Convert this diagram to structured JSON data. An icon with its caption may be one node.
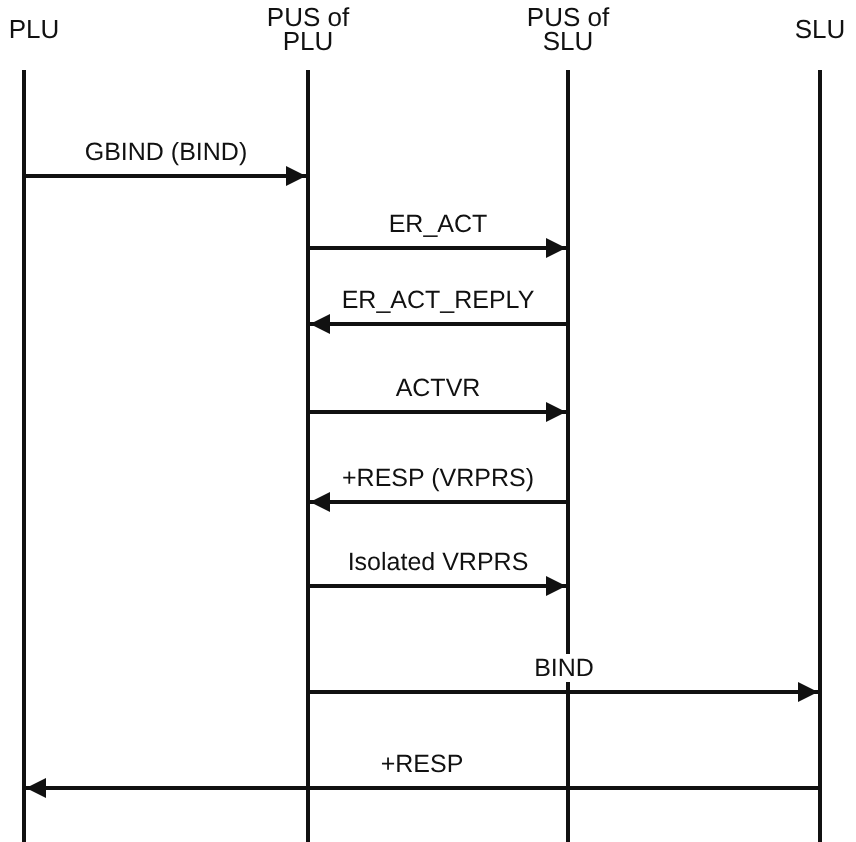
{
  "diagram": {
    "nodes": [
      {
        "text": [
          "PLU"
        ]
      },
      {
        "text": [
          "PUS of PLU"
        ]
      },
      {
        "text": [
          "PUS of SLU"
        ]
      },
      {
        "text": [
          "SLU"
        ]
      }
    ],
    "edges": [
      {
        "from": 0,
        "to": 1,
        "arrow": "to",
        "label": "GBIND (BIND)"
      },
      {
        "from": 1,
        "to": 2,
        "arrow": "to",
        "label": "ER_ACT"
      },
      {
        "from": 2,
        "to": 1,
        "arrow": "to",
        "label": "ER_ACT_REPLY"
      },
      {
        "from": 1,
        "to": 2,
        "arrow": "to",
        "label": "ACTVR"
      },
      {
        "from": 2,
        "to": 1,
        "arrow": "to",
        "label": "+RESP (VRPRS)"
      },
      {
        "from": 1,
        "to": 2,
        "arrow": "to",
        "label": "Isolated VRPRS"
      },
      {
        "from": 1,
        "to": 3,
        "arrow": "to",
        "label": "BIND"
      },
      {
        "from": 3,
        "to": 0,
        "arrow": "to",
        "label": "+RESP"
      }
    ]
  }
}
